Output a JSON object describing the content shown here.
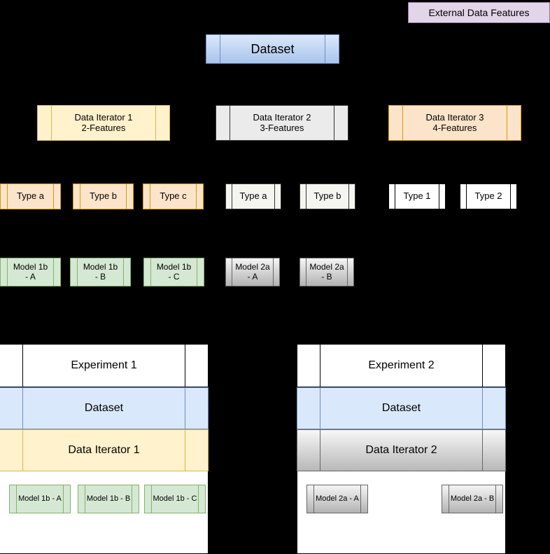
{
  "diagram": {
    "title_hidden": "",
    "colors": {
      "dataset_blue": "#dae8fc",
      "dataset_blue_border": "#6c8ebf",
      "iterator_yellow": "#fff2cc",
      "iterator_yellow_border": "#d6b656",
      "iterator_peach": "#fce4ca",
      "iterator_peach_border": "#d79b00",
      "model_green": "#d5e8d4",
      "model_green_border": "#82b366",
      "model_grey": "#b3b3b3",
      "model_grey_border": "#666666",
      "external_purple": "#e1d5e7",
      "external_purple_border": "#9673a6",
      "white": "#ffffff",
      "background": "#000000"
    },
    "external": {
      "label": "External Data Features"
    },
    "dataset": {
      "label": "Dataset"
    },
    "iterators": [
      {
        "label_line1": "Data Iterator 1",
        "label_line2": "2-Features",
        "style": "yellow"
      },
      {
        "label_line1": "Data Iterator 2",
        "label_line2": "3-Features",
        "style": "light-grey"
      },
      {
        "label_line1": "Data Iterator 3",
        "label_line2": "4-Features",
        "style": "peach"
      }
    ],
    "types": [
      {
        "label": "Type a",
        "style": "peach",
        "group": "iterator-1"
      },
      {
        "label": "Type b",
        "style": "peach",
        "group": "iterator-1"
      },
      {
        "label": "Type c",
        "style": "peach",
        "group": "iterator-1"
      },
      {
        "label": "Type a",
        "style": "white",
        "group": "iterator-2"
      },
      {
        "label": "Type b",
        "style": "white",
        "group": "iterator-2"
      },
      {
        "label": "Type 1",
        "style": "pure",
        "group": "iterator-3"
      },
      {
        "label": "Type 2",
        "style": "pure",
        "group": "iterator-3"
      }
    ],
    "models": [
      {
        "line1": "Model 1b",
        "line2": "- A",
        "style": "green"
      },
      {
        "line1": "Model 1b",
        "line2": "- B",
        "style": "green"
      },
      {
        "line1": "Model 1b",
        "line2": "- C",
        "style": "green"
      },
      {
        "line1": "Model 2a",
        "line2": "- A",
        "style": "grey"
      },
      {
        "line1": "Model 2a",
        "line2": "- B",
        "style": "grey"
      }
    ],
    "experiments": [
      {
        "title": "Experiment 1",
        "dataset": "Dataset",
        "iterator": "Data Iterator 1",
        "iterator_style": "yellow",
        "models": [
          {
            "label": "Model 1b - A",
            "style": "green"
          },
          {
            "label": "Model 1b - B",
            "style": "green"
          },
          {
            "label": "Model 1b - C",
            "style": "green"
          }
        ]
      },
      {
        "title": "Experiment 2",
        "dataset": "Dataset",
        "iterator": "Data Iterator 2",
        "iterator_style": "grey",
        "models": [
          {
            "label": "Model 2a - A",
            "style": "grey"
          },
          {
            "label": "Model 2a - B",
            "style": "grey"
          }
        ]
      }
    ]
  }
}
